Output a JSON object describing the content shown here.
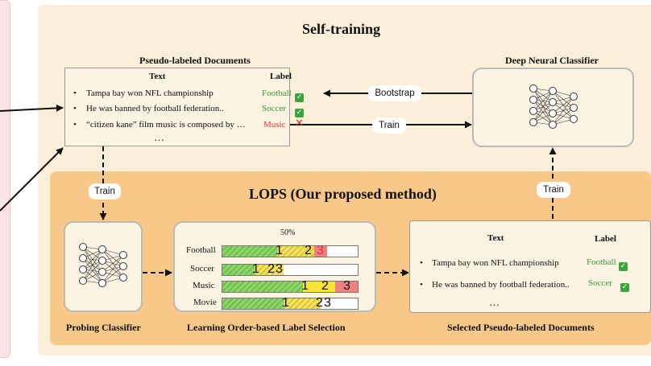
{
  "titles": {
    "self_training": "Self-training",
    "lops": "LOPS (Our proposed method)"
  },
  "pseudo_docs": {
    "heading": "Pseudo-labeled Documents",
    "col_text": "Text",
    "col_label": "Label",
    "rows": [
      {
        "text": "Tampa bay won NFL championship",
        "label": "Football",
        "mark": "check"
      },
      {
        "text": "He was banned by football federation..",
        "label": "Soccer",
        "mark": "check"
      },
      {
        "text": "“citizen kane” film music is composed by …",
        "label": "Music",
        "mark": "cross"
      }
    ],
    "ellipsis": "…"
  },
  "classifier": {
    "deep_heading": "Deep Neural Classifier",
    "probing_caption": "Probing Classifier"
  },
  "arrows": {
    "bootstrap": "Bootstrap",
    "train_right": "Train",
    "train_down": "Train",
    "train_up": "Train"
  },
  "learning_order": {
    "caption": "Learning Order-based Label Selection",
    "threshold_label": "50%",
    "rows": [
      {
        "name": "Football",
        "marks": [
          "1",
          "2",
          "3"
        ]
      },
      {
        "name": "Soccer",
        "marks": [
          "1",
          "2",
          "3"
        ]
      },
      {
        "name": "Music",
        "marks": [
          "1",
          "2",
          "3"
        ]
      },
      {
        "name": "Movie",
        "marks": [
          "1",
          "2",
          "3"
        ]
      }
    ]
  },
  "selected_docs": {
    "caption": "Selected Pseudo-labeled Documents",
    "col_text": "Text",
    "col_label": "Label",
    "rows": [
      {
        "text": "Tampa bay won NFL championship",
        "label": "Football"
      },
      {
        "text": "He was banned by football federation..",
        "label": "Soccer"
      }
    ],
    "ellipsis": "…"
  },
  "icons": {
    "check": "check-mark-icon",
    "cross": "cross-mark-icon",
    "network": "neural-network-icon"
  },
  "colors": {
    "correct": "#2e9a3b",
    "wrong": "#e03131",
    "outer_panel": "#fbefd9",
    "lops_panel": "#f8c889"
  }
}
